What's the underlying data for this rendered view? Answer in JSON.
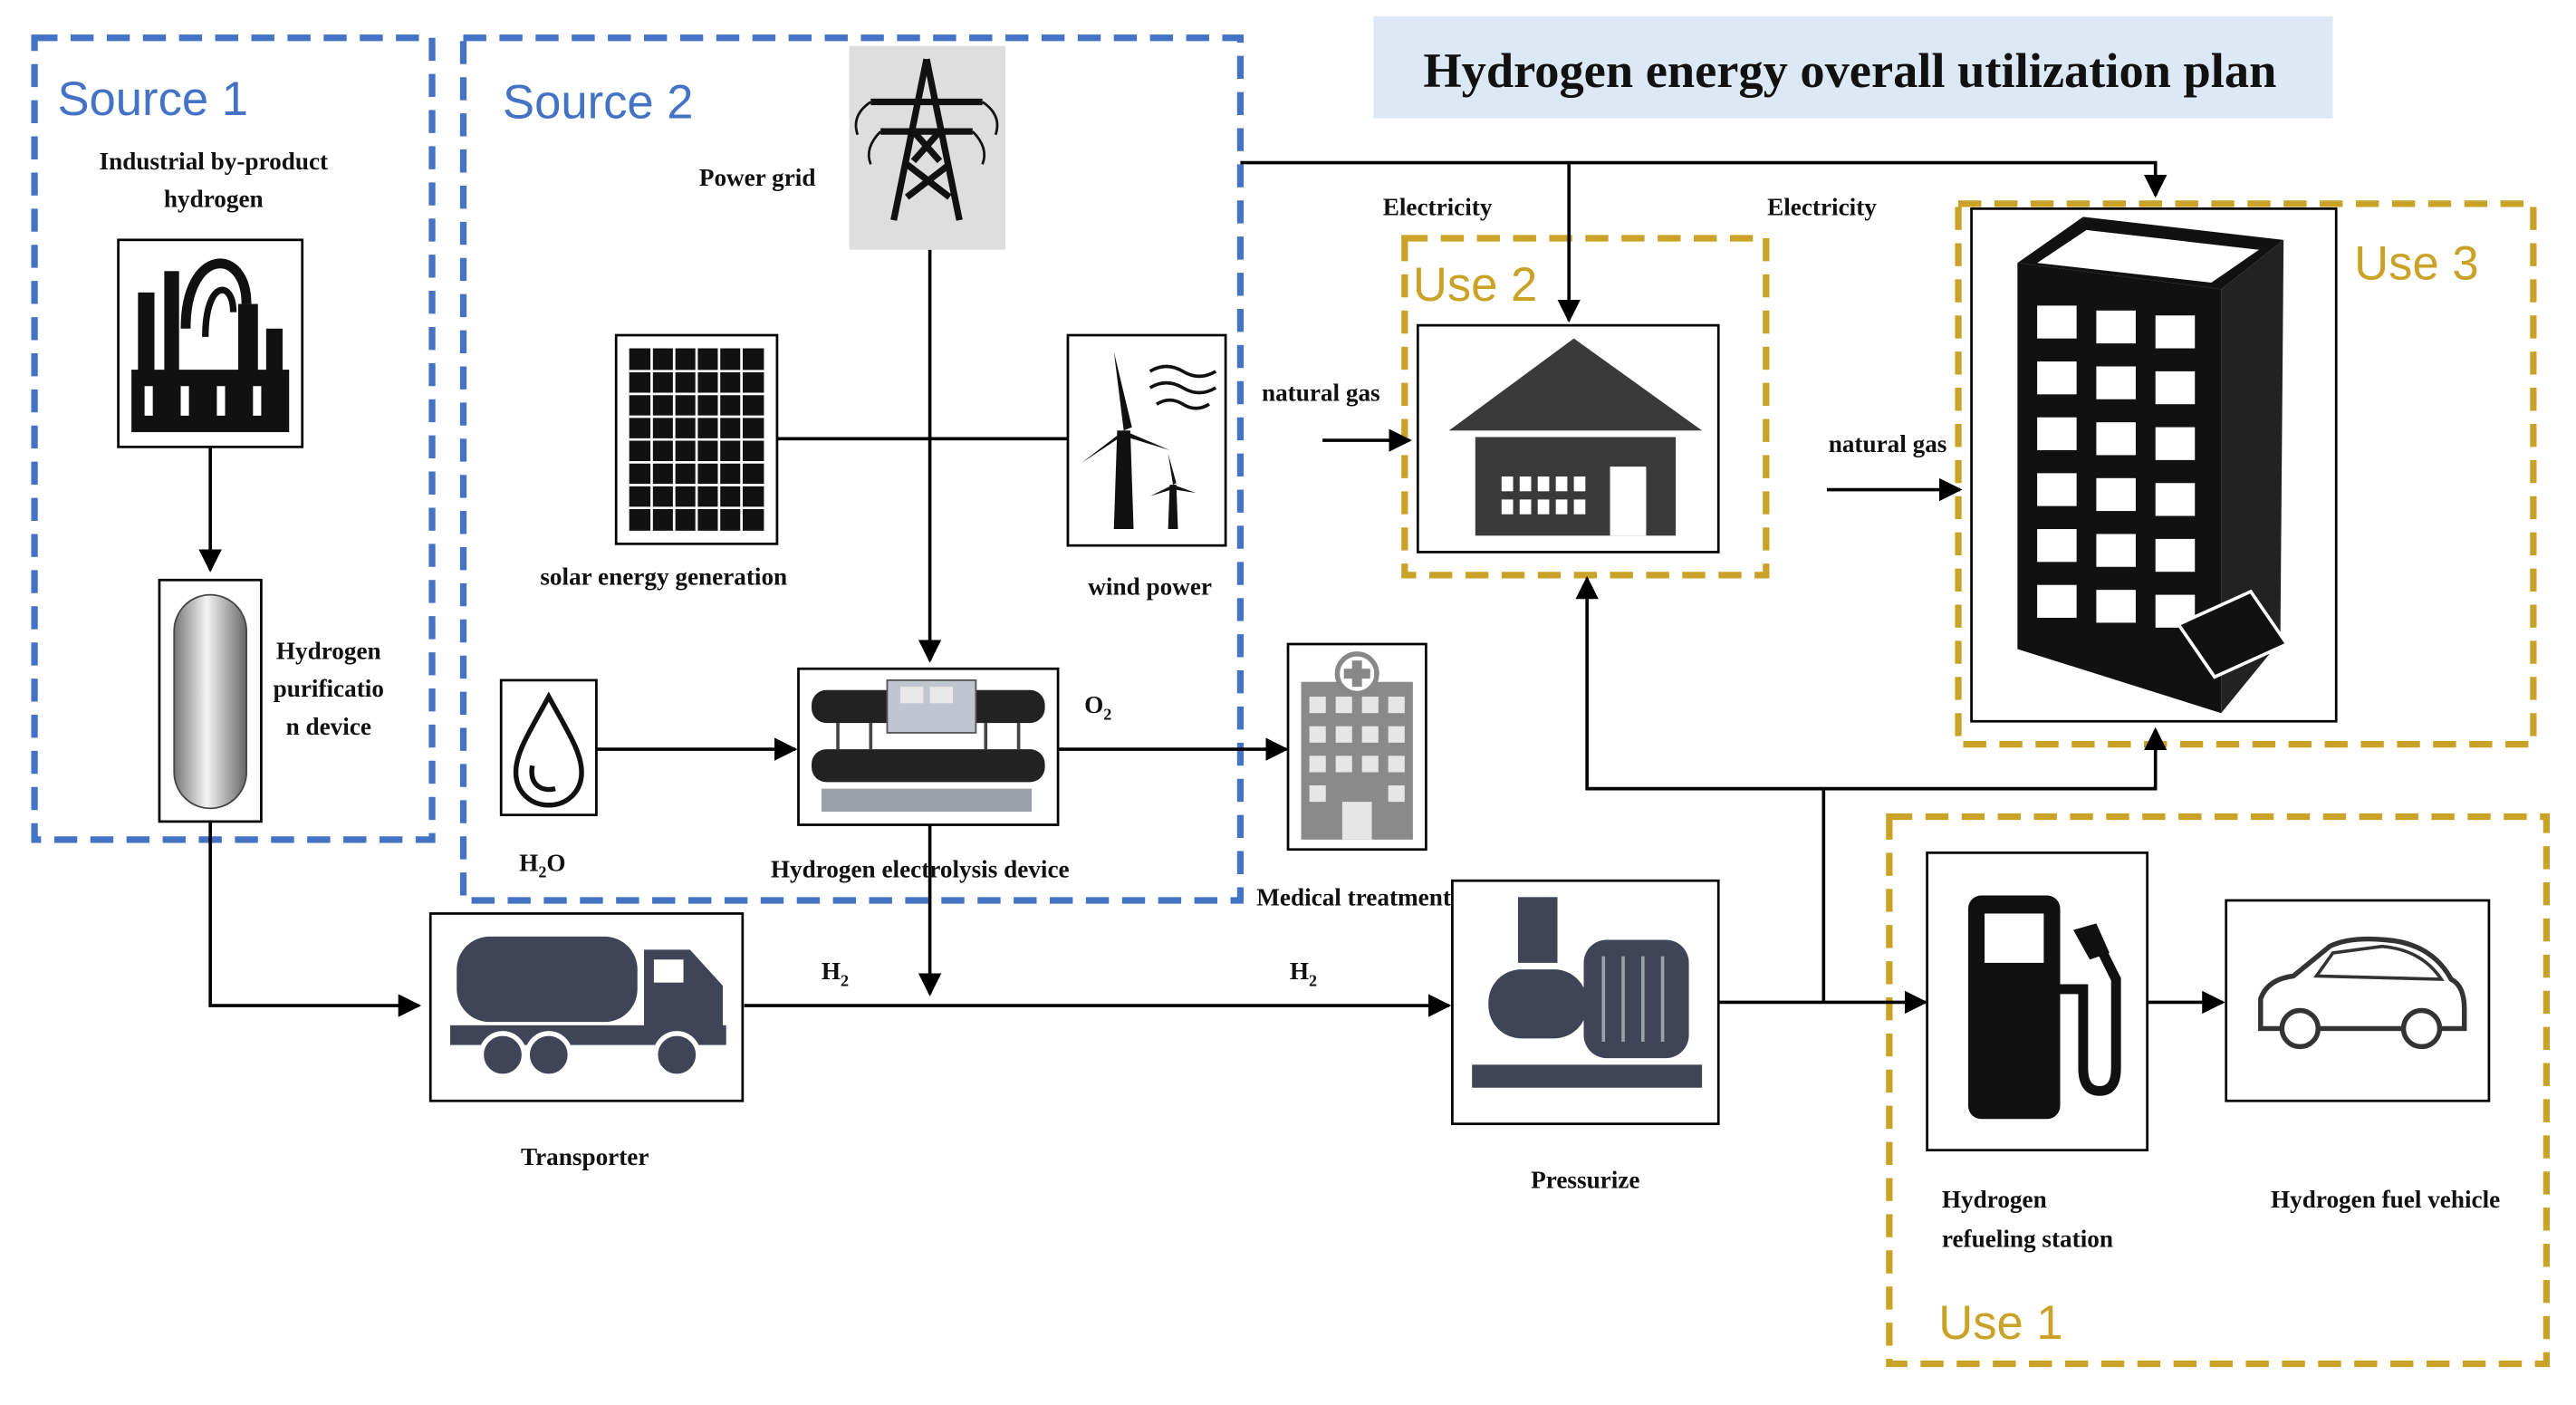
{
  "title": "Hydrogen energy overall utilization plan",
  "colors": {
    "source": "#4472c4",
    "use": "#c9a227",
    "title_bg": "#dce9f5"
  },
  "groups": {
    "source1": "Source 1",
    "source2": "Source 2",
    "use1": "Use 1",
    "use2": "Use 2",
    "use3": "Use 3"
  },
  "labels": {
    "industrial_line1": "Industrial by-product",
    "industrial_line2": "hydrogen",
    "purif_line1": "Hydrogen",
    "purif_line2": "purificatio",
    "purif_line3": "n device",
    "power_grid": "Power grid",
    "solar": "solar energy generation",
    "wind": "wind power",
    "electrolysis": "Hydrogen electrolysis device",
    "h2o_main": "H",
    "h2o_sub": "2",
    "h2o_tail": "O",
    "o2_main": "O",
    "o2_sub": "2",
    "h2a_main": "H",
    "h2a_sub": "2",
    "h2b_main": "H",
    "h2b_sub": "2",
    "medical": "Medical treatment",
    "transporter": "Transporter",
    "pressurize": "Pressurize",
    "station_line1": "Hydrogen",
    "station_line2": "refueling station",
    "vehicle": "Hydrogen fuel vehicle",
    "electricity1": "Electricity",
    "electricity2": "Electricity",
    "natural_gas1": "natural gas",
    "natural_gas2": "natural gas"
  },
  "icons": [
    "factory-icon",
    "hydrogen-tank-icon",
    "power-tower-icon",
    "solar-panel-icon",
    "wind-turbine-icon",
    "water-drop-icon",
    "electrolyzer-icon",
    "hospital-icon",
    "tanker-truck-icon",
    "compressor-pump-icon",
    "house-icon",
    "office-building-icon",
    "fuel-pump-icon",
    "car-icon"
  ]
}
